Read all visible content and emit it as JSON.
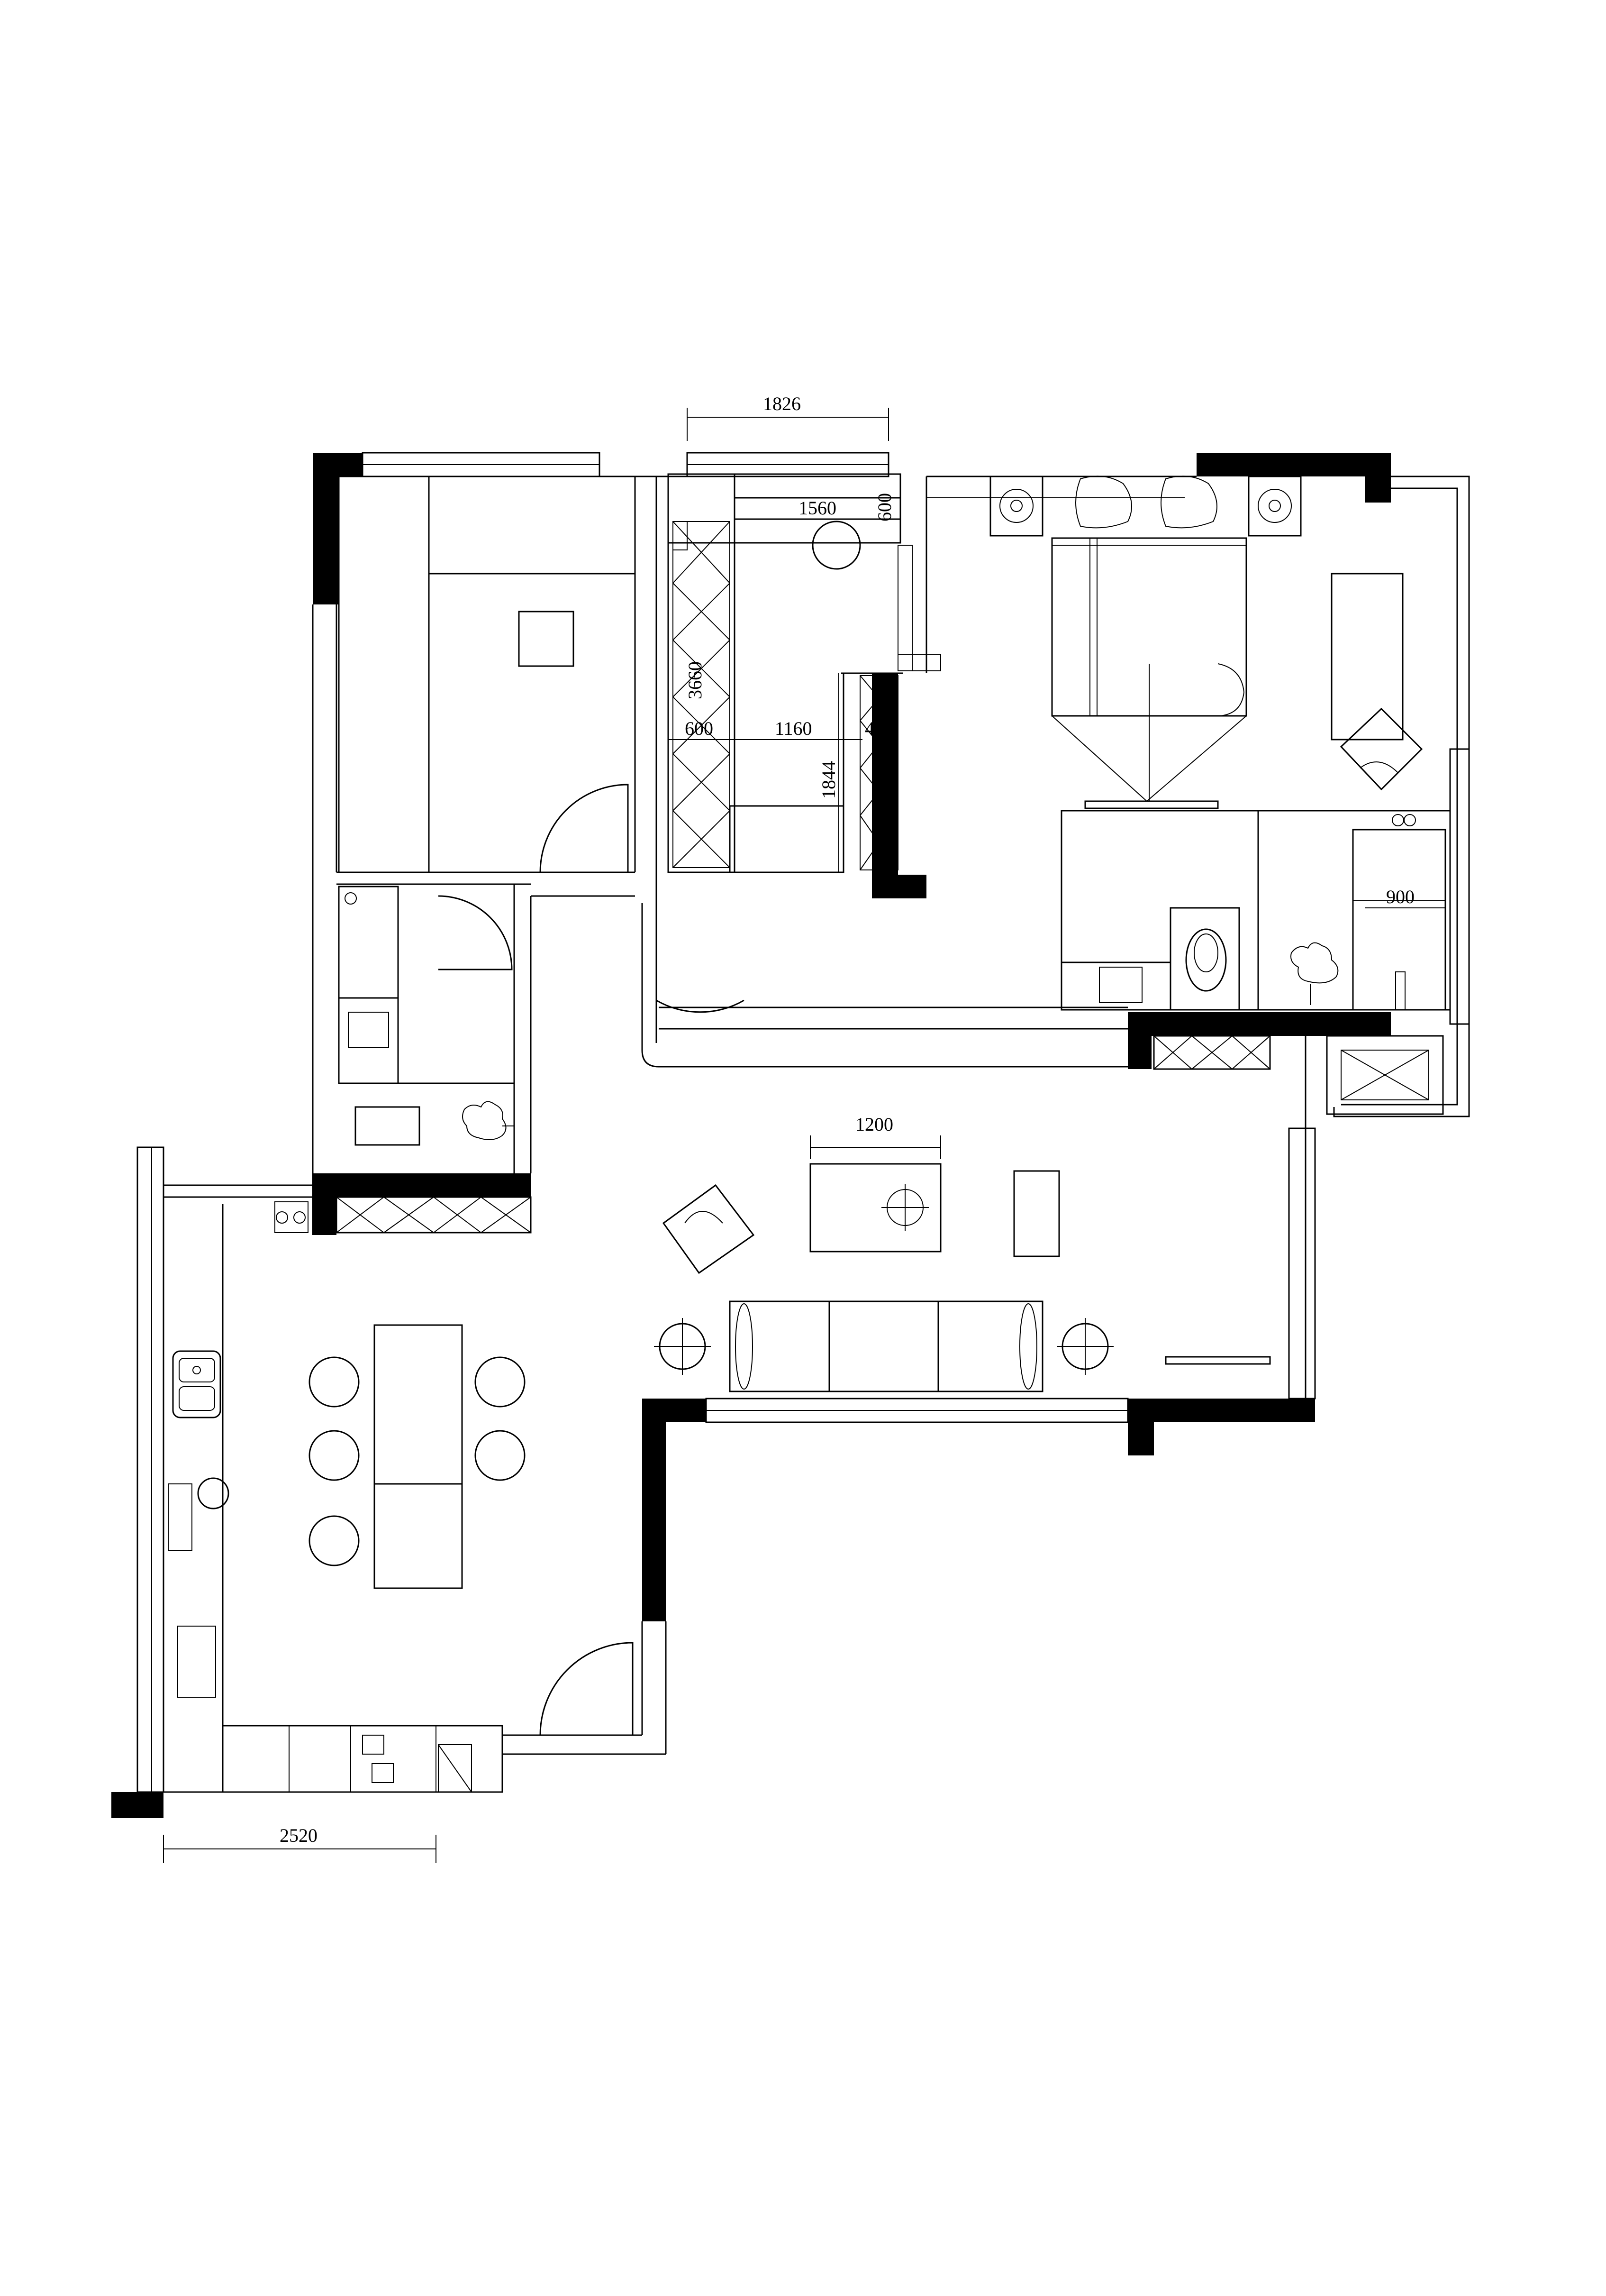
{
  "dimensions": {
    "top_window": "1826",
    "wardrobe_top": "1560",
    "wardrobe_depth_top": "600",
    "wardrobe_height": "3660",
    "wardrobe_depth_left": "600",
    "wardrobe_gap": "1160",
    "wardrobe_depth_right": "400",
    "wardrobe_side": "1844",
    "shower_width": "900",
    "coffee_table": "1200",
    "kitchen_width": "2520"
  },
  "colors": {
    "wall": "#000000",
    "line": "#000000",
    "background": "#ffffff"
  }
}
